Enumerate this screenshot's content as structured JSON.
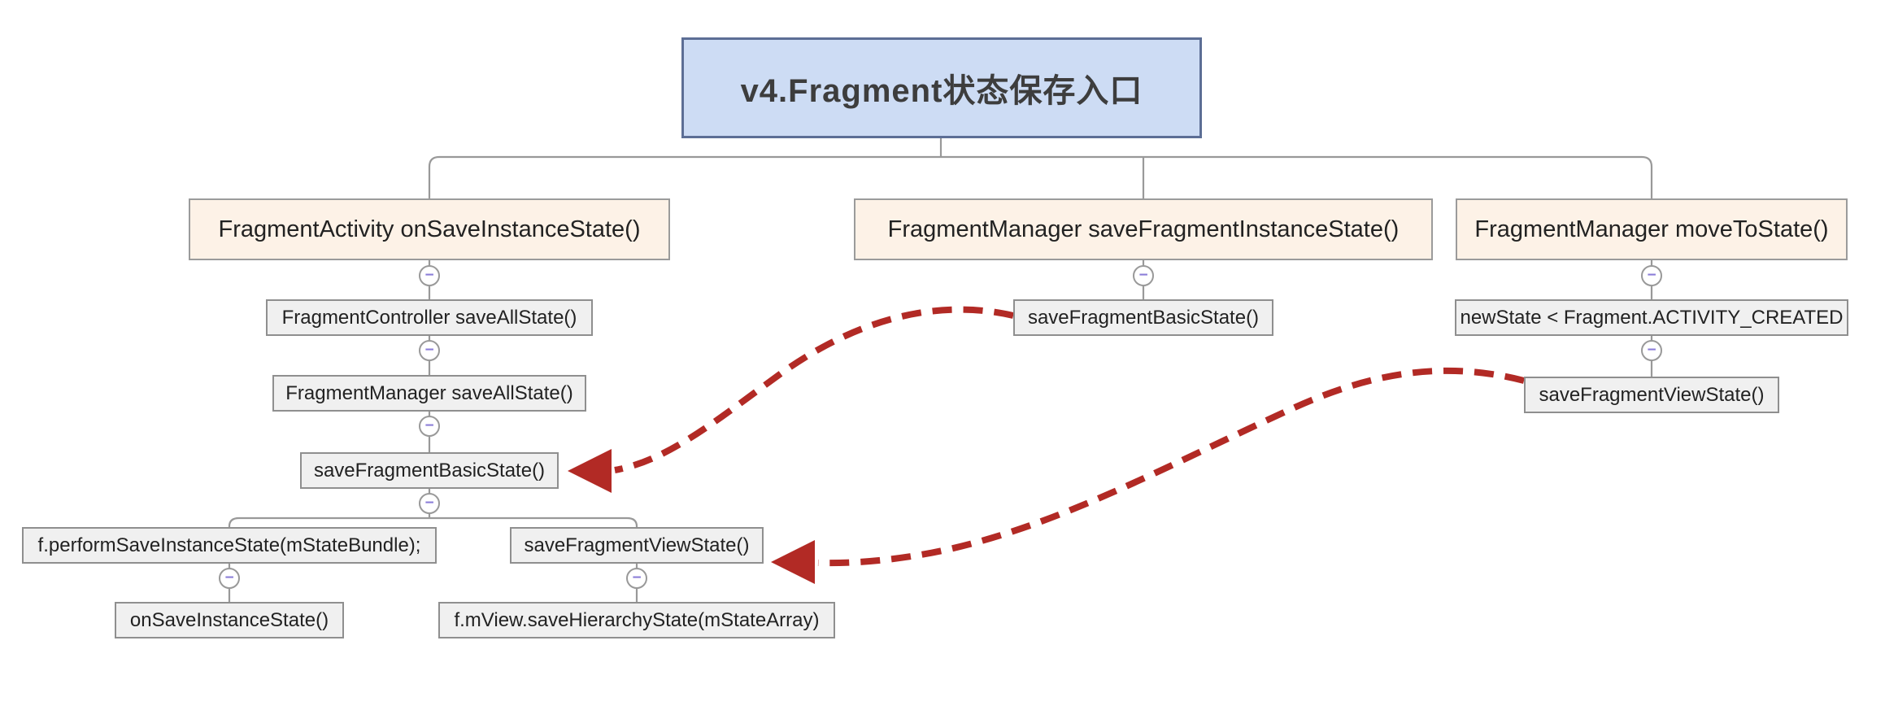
{
  "title": "v4.Fragment状态保存入口",
  "ui": {
    "collapse_glyph": "−"
  },
  "colors": {
    "background": "#ffffff",
    "root_fill": "#cddcf4",
    "root_border": "#5c6e95",
    "root_text": "#3d3d3d",
    "branch_fill": "#fdf2e7",
    "branch_border": "#9b9b9b",
    "node_fill": "#f0f0f0",
    "node_border": "#8f8f8f",
    "node_text": "#222222",
    "connector": "#999999",
    "collapse_minus": "#8b7dd8",
    "relation": "#b22a25"
  },
  "nodes": {
    "root": {
      "label": "v4.Fragment状态保存入口"
    },
    "activity_save": {
      "label": "FragmentActivity onSaveInstanceState()"
    },
    "manager_save_instance": {
      "label": "FragmentManager saveFragmentInstanceState()"
    },
    "manager_move_to_state": {
      "label": "FragmentManager moveToState()"
    },
    "controller_save_all": {
      "label": "FragmentController saveAllState()"
    },
    "manager_save_all": {
      "label": "FragmentManager saveAllState()"
    },
    "save_basic_left": {
      "label": "saveFragmentBasicState()"
    },
    "perform_save": {
      "label": "f.performSaveInstanceState(mStateBundle);"
    },
    "save_view_left": {
      "label": "saveFragmentViewState()"
    },
    "on_save": {
      "label": "onSaveInstanceState()"
    },
    "save_hierarchy": {
      "label": "f.mView.saveHierarchyState(mStateArray)"
    },
    "save_basic_mid": {
      "label": "saveFragmentBasicState()"
    },
    "new_state_cond": {
      "label": "newState < Fragment.ACTIVITY_CREATED"
    },
    "save_view_right": {
      "label": "saveFragmentViewState()"
    }
  },
  "relations": [
    {
      "from": "save_basic_mid",
      "to": "save_basic_left",
      "style": "dashed-arrow"
    },
    {
      "from": "save_view_right",
      "to": "save_view_left",
      "style": "dashed-arrow"
    }
  ]
}
